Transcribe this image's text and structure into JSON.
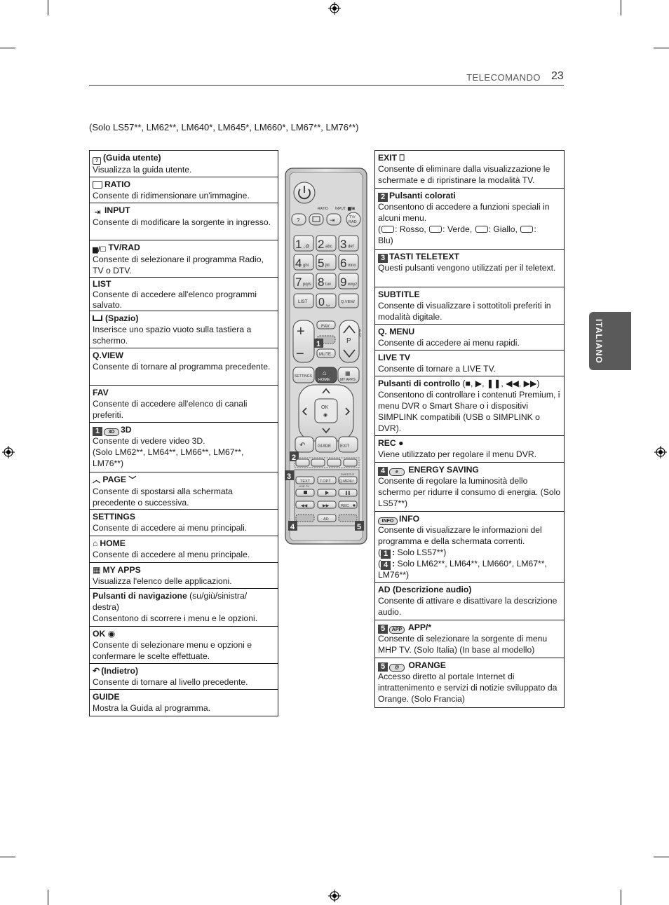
{
  "header": {
    "section": "TELECOMANDO",
    "page_number": "23"
  },
  "side_tab": {
    "label": "ITALIANO"
  },
  "model_note": "(Solo LS57**, LM62**, LM640*, LM645*, LM660*, LM67**, LM76**)",
  "left_table": [
    {
      "icon": "guide-icon",
      "title": "(Guida utente)",
      "desc": "Visualizza la guida utente."
    },
    {
      "icon": "ratio-icon",
      "title": "RATIO",
      "desc": "Consente di ridimensionare un'immagine."
    },
    {
      "icon": "input-icon",
      "title": "INPUT",
      "desc": "Consente di modificare la sorgente in ingresso."
    },
    {
      "icon": "tv-radio-icon",
      "title": "TV/RAD",
      "desc": "Consente di selezionare il programma Radio, TV o DTV."
    },
    {
      "icon": "",
      "title": "LIST",
      "desc": "Consente di accedere all'elenco programmi salvato."
    },
    {
      "icon": "space-icon",
      "title": "(Spazio)",
      "desc": "Inserisce uno spazio vuoto sulla tastiera a schermo."
    },
    {
      "icon": "",
      "title": "Q.VIEW",
      "desc": "Consente di tornare al programma precedente."
    },
    {
      "icon": "",
      "title": "FAV",
      "desc": "Consente di accedere all'elenco di canali preferiti."
    },
    {
      "icon": "3d-icon",
      "badge": "1",
      "title": "3D",
      "desc": "Consente di vedere video 3D.",
      "note": "(Solo LM62**, LM64**, LM66**, LM67**, LM76**)"
    },
    {
      "icon": "page-icon",
      "title": "PAGE",
      "desc": "Consente di spostarsi alla schermata precedente o successiva."
    },
    {
      "icon": "",
      "title": "SETTINGS",
      "desc": "Consente di accedere ai menu principali."
    },
    {
      "icon": "home-icon",
      "title": "HOME",
      "desc": "Consente di accedere al menu principale."
    },
    {
      "icon": "my-apps-icon",
      "title": "MY APPS",
      "desc": "Visualizza l'elenco delle applicazioni."
    },
    {
      "icon": "",
      "title": "Pulsanti di navigazione",
      "title_suffix": "(su/giù/sinistra/ destra)",
      "desc": "Consentono di scorrere i menu e le opzioni."
    },
    {
      "icon": "ok-icon",
      "title": "OK",
      "desc": "Consente di selezionare menu e opzioni e confermare le scelte effettuate."
    },
    {
      "icon": "back-icon",
      "title": "(Indietro)",
      "desc": "Consente di tornare al livello precedente."
    },
    {
      "icon": "",
      "title": "GUIDE",
      "desc": "Mostra la Guida al programma."
    }
  ],
  "right_table": [
    {
      "icon": "exit-icon",
      "title": "EXIT",
      "desc": "Consente di eliminare dalla visualizzazione le schermate e di ripristinare la modalità TV."
    },
    {
      "badge": "2",
      "title": "Pulsanti colorati",
      "desc": "Consentono di accedere a funzioni speciali in alcuni menu.",
      "colors": [
        "Rosso",
        "Verde",
        "Giallo",
        "Blu"
      ]
    },
    {
      "badge": "3",
      "title": "TASTI TELETEXT",
      "desc": "Questi pulsanti vengono utilizzati per il teletext."
    },
    {
      "title": "SUBTITLE",
      "desc": "Consente di visualizzare i sottotitoli preferiti in modalità digitale."
    },
    {
      "title": "Q. MENU",
      "desc": "Consente di accedere ai menu rapidi."
    },
    {
      "title": "LIVE TV",
      "desc": "Consente di tornare a LIVE TV."
    },
    {
      "title": "Pulsanti di controllo",
      "desc": "Consentono di controllare i contenuti Premium, i menu DVR o Smart Share o i dispositivi SIMPLINK compatibili (USB o SIMPLINK o DVR)."
    },
    {
      "icon": "rec-icon",
      "title": "REC",
      "desc": "Viene utilizzato per regolare il menu DVR."
    },
    {
      "badge": "4",
      "icon": "energy-icon",
      "title": "ENERGY SAVING",
      "desc": "Consente di regolare la luminosità dello schermo per ridurre il consumo di energia. (Solo LS57**)"
    },
    {
      "icon": "info-icon",
      "title": "INFO",
      "desc": "Consente di visualizzare le informazioni del programma e della schermata correnti.",
      "note1": "Solo LS57**)",
      "note2": "Solo LM62**, LM64**, LM660*, LM67**, LM76**)"
    },
    {
      "title": "AD (Descrizione audio)",
      "desc": "Consente di attivare e disattivare la descrizione audio."
    },
    {
      "badge": "5",
      "icon": "app-icon",
      "title": "APP/*",
      "desc": "Consente di selezionare la sorgente di menu MHP TV. (Solo Italia) (In base al modello)"
    },
    {
      "badge": "5",
      "icon": "orange-icon",
      "title": "ORANGE",
      "desc": "Accesso diretto al portale Internet di intrattenimento e servizi di notizie sviluppato da Orange. (Solo Francia)"
    }
  ],
  "remote": {
    "top_labels": [
      "RATIO",
      "INPUT"
    ],
    "tv_rad": [
      "TV/",
      "RAD"
    ],
    "digits": [
      {
        "n": "1",
        "s": ".;@"
      },
      {
        "n": "2",
        "s": "abc"
      },
      {
        "n": "3",
        "s": "def"
      },
      {
        "n": "4",
        "s": "ghi"
      },
      {
        "n": "5",
        "s": "jkl"
      },
      {
        "n": "6",
        "s": "mno"
      },
      {
        "n": "7",
        "s": "pqrs"
      },
      {
        "n": "8",
        "s": "tuv"
      },
      {
        "n": "9",
        "s": "wxyz"
      }
    ],
    "list": "LIST",
    "zero": "0",
    "qview": "Q.VIEW",
    "fav": "FAV",
    "mute": "MUTE",
    "p": "P",
    "page_vertical": "PAGE",
    "settings": "SETTINGS",
    "home": "HOME",
    "myapps": "MY APPS",
    "ok": "OK",
    "guide": "GUIDE",
    "exit": "EXIT",
    "text": "TEXT",
    "topt": "T.OPT",
    "qmenu": "Q.MENU",
    "subtitle": "SUBTITLE",
    "livetv": "LIVE TV",
    "rec": "REC",
    "ad": "AD",
    "callouts": [
      "1",
      "2",
      "3",
      "4",
      "5"
    ]
  }
}
